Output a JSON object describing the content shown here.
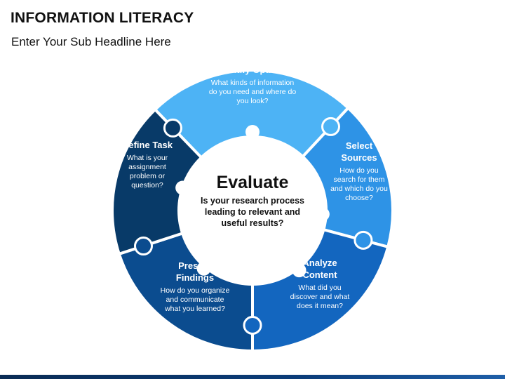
{
  "header": {
    "title": "INFORMATION LITERACY",
    "subtitle": "Enter Your Sub Headline Here"
  },
  "center": {
    "title": "Evaluate",
    "body": [
      "Is your research process",
      "leading to relevant and",
      "useful results?"
    ]
  },
  "segments": [
    {
      "id": "identify",
      "color": "#4db3f5",
      "title": [
        "Identify Options"
      ],
      "body": [
        "What kinds of information",
        "do you need and where do",
        "you look?"
      ]
    },
    {
      "id": "select",
      "color": "#2e93e6",
      "title": [
        "Select",
        "Sources"
      ],
      "body": [
        "How do you",
        "search for them",
        "and which do you",
        "choose?"
      ]
    },
    {
      "id": "analyze",
      "color": "#1366bf",
      "title": [
        "Analyze",
        "Content"
      ],
      "body": [
        "What did you",
        "discover and what",
        "does it mean?"
      ]
    },
    {
      "id": "present",
      "color": "#0b4c8f",
      "title": [
        "Present",
        "Findings"
      ],
      "body": [
        "How do you organize",
        "and communicate",
        "what you learned?"
      ]
    },
    {
      "id": "define",
      "color": "#083a68",
      "title": [
        "Define Task"
      ],
      "body": [
        "What is your",
        "assignment",
        "problem or",
        "question?"
      ]
    }
  ]
}
